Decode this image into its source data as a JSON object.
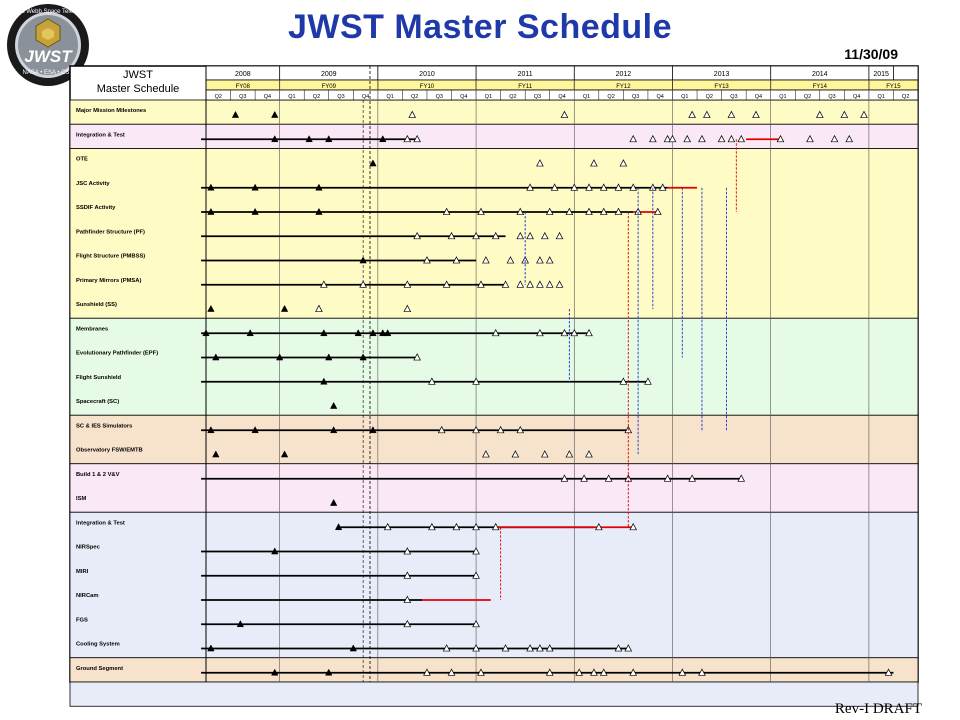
{
  "header": {
    "title": "JWST Master Schedule",
    "date": "11/30/09",
    "draft_label": "Rev-I DRAFT",
    "logo_text": "JWST",
    "logo_ring_text": "James Webb Space Telescope",
    "logo_agencies": "NASA • ESA • CSA"
  },
  "chart_data": {
    "type": "table",
    "corner": [
      "JWST",
      "Master Schedule"
    ],
    "years": [
      {
        "label": "2008",
        "quarters": 3
      },
      {
        "label": "2009",
        "quarters": 4
      },
      {
        "label": "2010",
        "quarters": 4
      },
      {
        "label": "2011",
        "quarters": 4
      },
      {
        "label": "2012",
        "quarters": 4
      },
      {
        "label": "2013",
        "quarters": 4
      },
      {
        "label": "2014",
        "quarters": 4
      },
      {
        "label": "2015",
        "quarters": 1
      }
    ],
    "fiscal_years": [
      {
        "label": "FY08",
        "quarters": 4
      },
      {
        "label": "FY09",
        "quarters": 4
      },
      {
        "label": "FY10",
        "quarters": 4
      },
      {
        "label": "FY11",
        "quarters": 4
      },
      {
        "label": "FY12",
        "quarters": 4
      },
      {
        "label": "FY13",
        "quarters": 4
      },
      {
        "label": "FY14",
        "quarters": 4
      },
      {
        "label": "FY15",
        "quarters": 2
      }
    ],
    "quarters": [
      "Q2",
      "Q3",
      "Q4",
      "Q1",
      "Q2",
      "Q3",
      "Q4",
      "Q1",
      "Q2",
      "Q3",
      "Q4",
      "Q1",
      "Q2",
      "Q3",
      "Q4",
      "Q1",
      "Q2",
      "Q3",
      "Q4",
      "Q1",
      "Q2",
      "Q3",
      "Q4",
      "Q1",
      "Q2",
      "Q3",
      "Q4",
      "Q1",
      "Q2"
    ],
    "sections": [
      {
        "color": "#fffbc4",
        "rows": 1
      },
      {
        "color": "#fbe8f6",
        "rows": 1
      },
      {
        "color": "#fffbc4",
        "rows": 7
      },
      {
        "color": "#e6fbe6",
        "rows": 4
      },
      {
        "color": "#f7e2cc",
        "rows": 2
      },
      {
        "color": "#fbe8f6",
        "rows": 2
      },
      {
        "color": "#e8ecf8",
        "rows": 6
      },
      {
        "color": "#f7e2cc",
        "rows": 1
      },
      {
        "color": "#e8ecf8",
        "rows": 1
      }
    ],
    "rows": [
      {
        "label": "Major Mission Milestones",
        "bar": null,
        "red": null,
        "done": [
          2008.55,
          2008.95
        ],
        "open": [
          2010.35,
          2011.9,
          2013.2,
          2013.35,
          2013.6,
          2013.85,
          2014.5,
          2014.75,
          2014.95
        ]
      },
      {
        "label": "Integration & Test",
        "bar": [
          2008.2,
          2010.4
        ],
        "red": [
          2013.75,
          2014.1
        ],
        "done": [
          2008.95,
          2009.3,
          2009.5,
          2010.05
        ],
        "open": [
          2010.3,
          2010.4,
          2012.6,
          2012.8,
          2012.95,
          2013.0,
          2013.15,
          2013.3,
          2013.5,
          2013.6,
          2013.7,
          2014.1,
          2014.4,
          2014.65,
          2014.8
        ]
      },
      {
        "label": "OTE",
        "bar": null,
        "red": null,
        "done": [
          2009.95
        ],
        "open": [
          2011.65,
          2012.2,
          2012.5
        ]
      },
      {
        "label": "JSC Activity",
        "bar": [
          2008.2,
          2012.95
        ],
        "red": [
          2012.95,
          2013.25
        ],
        "done": [
          2008.3,
          2008.75,
          2009.4
        ],
        "open": [
          2011.55,
          2011.8,
          2012.0,
          2012.15,
          2012.3,
          2012.45,
          2012.6,
          2012.8,
          2012.9
        ]
      },
      {
        "label": "SSDIF Activity",
        "bar": [
          2008.2,
          2012.6
        ],
        "red": [
          2012.6,
          2012.85
        ],
        "done": [
          2008.3,
          2008.75,
          2009.4
        ],
        "open": [
          2010.7,
          2011.05,
          2011.45,
          2011.75,
          2011.95,
          2012.15,
          2012.3,
          2012.45,
          2012.65,
          2012.85
        ]
      },
      {
        "label": "Pathfinder Structure (PF)",
        "bar": [
          2008.2,
          2011.3
        ],
        "red": null,
        "done": [],
        "open": [
          2010.4,
          2010.75,
          2011.0,
          2011.2,
          2011.45,
          2011.55,
          2011.7,
          2011.85
        ]
      },
      {
        "label": "Flight Structure (PMBSS)",
        "bar": [
          2008.2,
          2011.0
        ],
        "red": null,
        "done": [
          2009.85
        ],
        "open": [
          2010.5,
          2010.8,
          2011.1,
          2011.35,
          2011.5,
          2011.65,
          2011.75
        ]
      },
      {
        "label": "Primary Mirrors (PMSA)",
        "bar": [
          2008.2,
          2011.3
        ],
        "red": null,
        "done": [],
        "open": [
          2009.45,
          2009.85,
          2010.3,
          2010.7,
          2011.05,
          2011.3,
          2011.45,
          2011.55,
          2011.65,
          2011.75,
          2011.85
        ]
      },
      {
        "label": "Sunshield (SS)",
        "bar": null,
        "red": null,
        "done": [
          2008.3,
          2009.05
        ],
        "open": [
          2009.4,
          2010.3
        ]
      },
      {
        "label": "Membranes",
        "bar": [
          2008.2,
          2012.15
        ],
        "red": null,
        "done": [
          2008.25,
          2008.7,
          2009.45,
          2009.8,
          2009.95,
          2010.05,
          2010.1
        ],
        "open": [
          2011.2,
          2011.65,
          2011.9,
          2012.0,
          2012.15
        ]
      },
      {
        "label": "Evolutionary Pathfinder (EPF)",
        "bar": [
          2008.2,
          2010.4
        ],
        "red": null,
        "done": [
          2008.35,
          2009.0,
          2009.5,
          2009.85
        ],
        "open": [
          2010.4
        ]
      },
      {
        "label": "Flight Sunshield",
        "bar": [
          2008.2,
          2012.75
        ],
        "red": null,
        "done": [
          2009.45
        ],
        "open": [
          2010.55,
          2011.0,
          2012.5,
          2012.75
        ]
      },
      {
        "label": "Spacecraft (SC)",
        "bar": null,
        "red": null,
        "done": [
          2009.55
        ],
        "open": []
      },
      {
        "label": "SC & IES Simulators",
        "bar": [
          2008.2,
          2012.55
        ],
        "red": null,
        "done": [
          2008.3,
          2008.75,
          2009.55,
          2009.95
        ],
        "open": [
          2010.65,
          2011.0,
          2011.25,
          2011.45,
          2012.55
        ]
      },
      {
        "label": "Observatory FSW/EMTB",
        "bar": null,
        "red": null,
        "done": [
          2008.35,
          2009.05
        ],
        "open": [
          2011.1,
          2011.4,
          2011.7,
          2011.95,
          2012.15
        ]
      },
      {
        "label": "Build 1 & 2 V&V",
        "bar": [
          2008.2,
          2013.7
        ],
        "red": null,
        "done": [],
        "open": [
          2011.9,
          2012.1,
          2012.35,
          2012.55,
          2012.95,
          2013.2,
          2013.7
        ]
      },
      {
        "label": "ISM",
        "bar": null,
        "red": null,
        "done": [
          2009.55
        ],
        "open": []
      },
      {
        "label": "Integration & Test",
        "bar": [
          2009.6,
          2012.2
        ],
        "red": [
          2011.2,
          2012.6
        ],
        "done": [
          2009.6
        ],
        "open": [
          2010.1,
          2010.55,
          2010.8,
          2011.0,
          2011.2,
          2012.25,
          2012.6
        ]
      },
      {
        "label": "NIRSpec",
        "bar": [
          2008.2,
          2011.0
        ],
        "red": null,
        "done": [
          2008.95
        ],
        "open": [
          2010.3,
          2011.0
        ]
      },
      {
        "label": "MIRI",
        "bar": [
          2008.2,
          2011.0
        ],
        "red": null,
        "done": [],
        "open": [
          2010.3,
          2011.0
        ]
      },
      {
        "label": "NIRCam",
        "bar": [
          2008.2,
          2010.45
        ],
        "red": [
          2010.45,
          2011.15
        ],
        "done": [],
        "open": [
          2010.3
        ]
      },
      {
        "label": "FGS",
        "bar": [
          2008.2,
          2011.0
        ],
        "red": null,
        "done": [
          2008.6
        ],
        "open": [
          2010.3,
          2011.0
        ]
      },
      {
        "label": "Cooling System",
        "bar": [
          2008.2,
          2012.55
        ],
        "red": null,
        "done": [
          2008.3,
          2009.75
        ],
        "open": [
          2010.7,
          2011.0,
          2011.3,
          2011.55,
          2011.65,
          2011.75,
          2012.45,
          2012.55
        ]
      },
      {
        "label": "Ground Segment",
        "bar": [
          2008.2,
          2015.25
        ],
        "red": null,
        "done": [
          2008.95,
          2009.5
        ],
        "open": [
          2010.5,
          2010.75,
          2011.05,
          2011.75,
          2012.05,
          2012.2,
          2012.3,
          2012.6,
          2013.1,
          2013.3,
          2015.2
        ]
      }
    ]
  }
}
